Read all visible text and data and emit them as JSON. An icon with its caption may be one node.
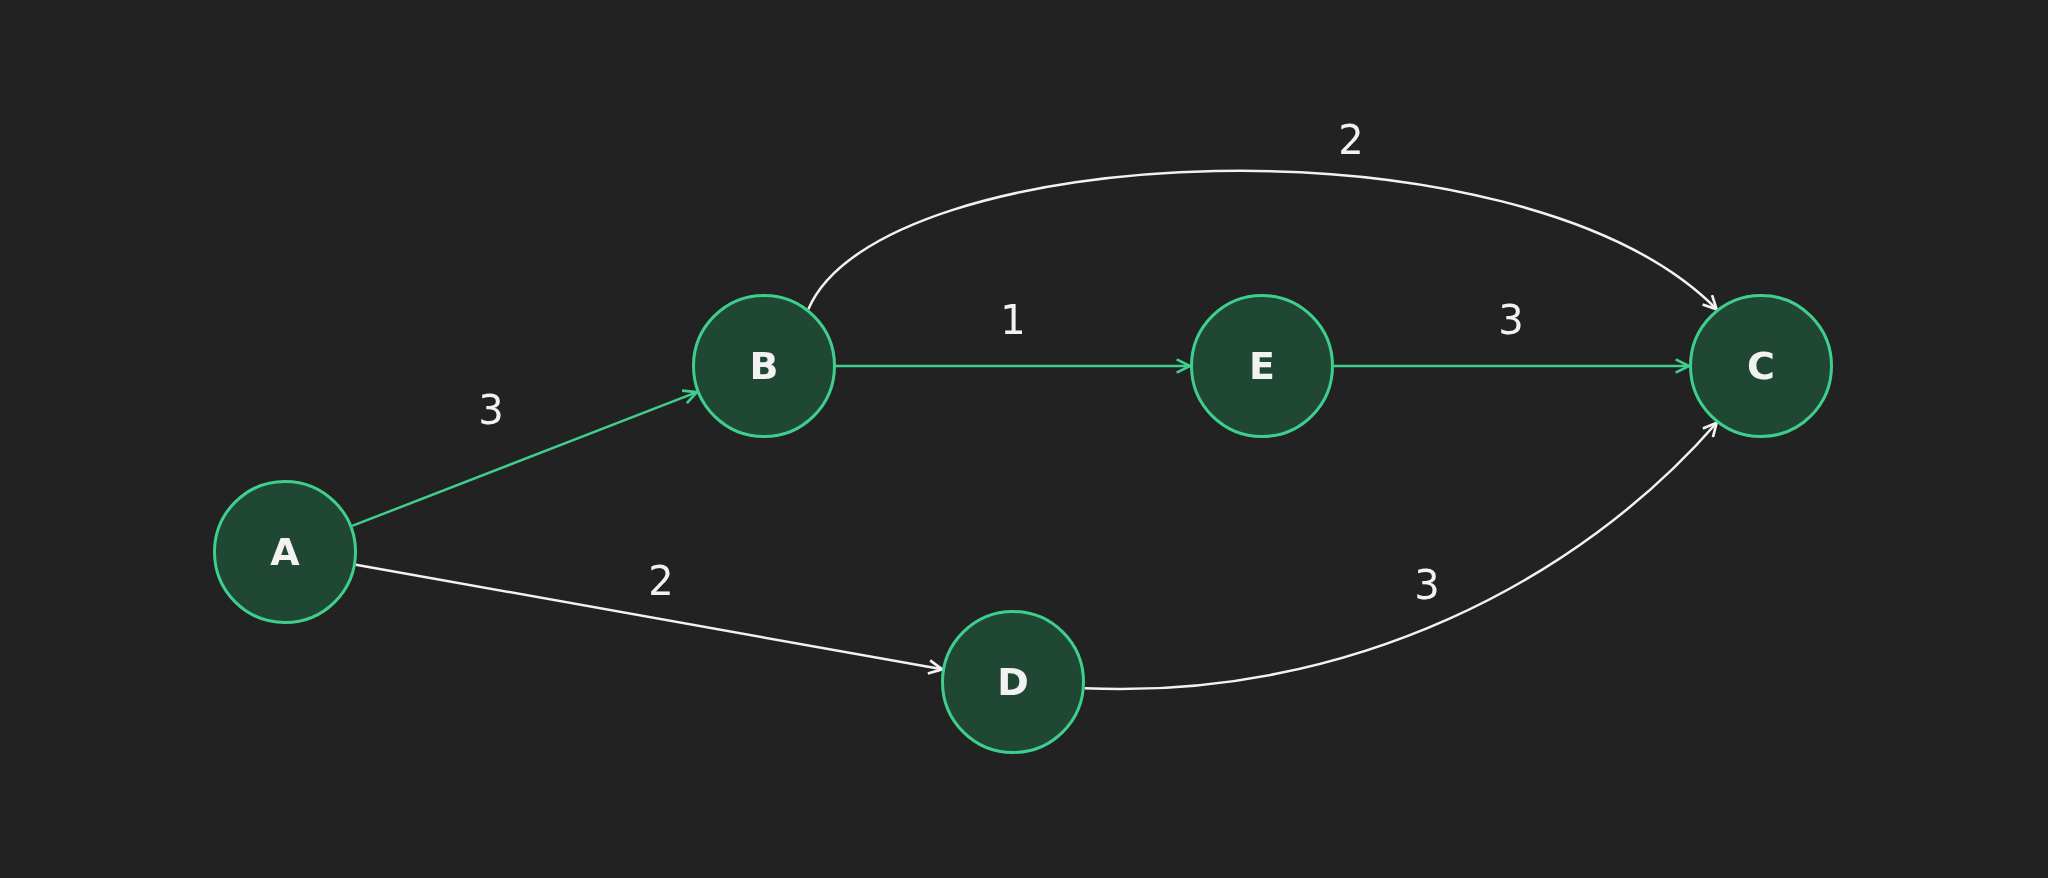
{
  "diagram": {
    "nodes": [
      {
        "text": [
          "A"
        ]
      },
      {
        "text": [
          "B"
        ]
      },
      {
        "text": [
          "E"
        ]
      },
      {
        "text": [
          "C"
        ]
      },
      {
        "text": [
          "D"
        ]
      }
    ],
    "edges": [
      {
        "from": 0,
        "to": 1,
        "arrow": "to",
        "label": "3",
        "color": "#3ecf8e"
      },
      {
        "from": 0,
        "to": 4,
        "arrow": "to",
        "label": "2",
        "color": "#f2f2f2"
      },
      {
        "from": 1,
        "to": 2,
        "arrow": "to",
        "label": "1",
        "color": "#3ecf8e"
      },
      {
        "from": 2,
        "to": 3,
        "arrow": "to",
        "label": "3",
        "color": "#3ecf8e"
      },
      {
        "from": 1,
        "to": 3,
        "arrow": "to",
        "label": "2",
        "color": "#f2f2f2"
      },
      {
        "from": 4,
        "to": 3,
        "arrow": "to",
        "label": "3",
        "color": "#f2f2f2"
      }
    ]
  }
}
